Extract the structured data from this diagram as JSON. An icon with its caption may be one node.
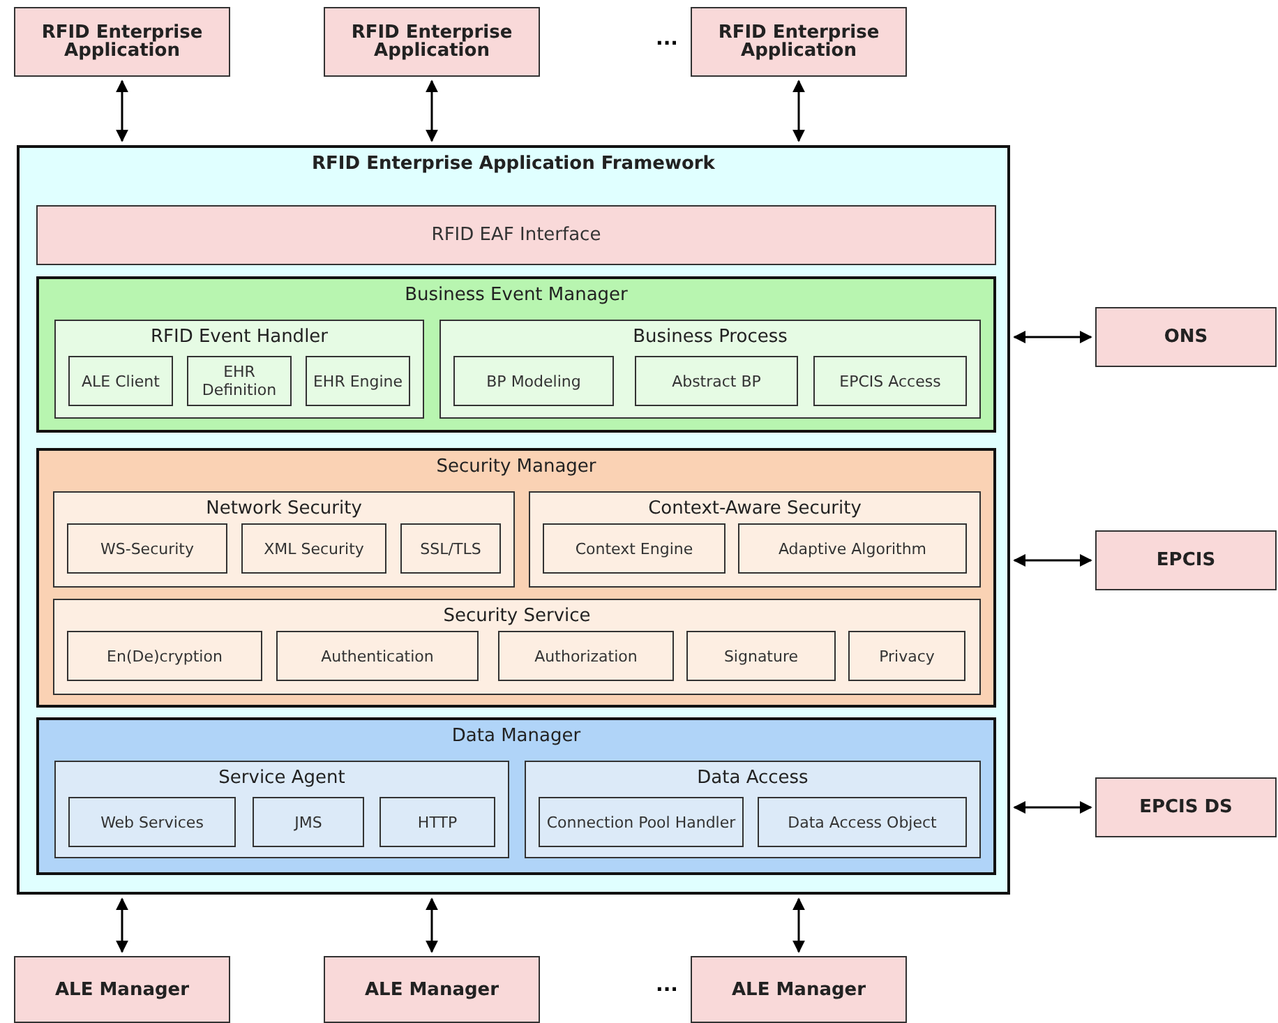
{
  "diagram": {
    "nodes": [
      {
        "text": [
          "RFID Enterprise Application"
        ]
      },
      {
        "text": [
          "RFID Enterprise Application"
        ]
      },
      {
        "text": [
          "RFID Enterprise Application"
        ]
      },
      {
        "text": [
          "RFID Enterprise Application Framework"
        ]
      },
      {
        "text": [
          "RFID EAF Interface"
        ],
        "in": 3
      },
      {
        "text": [
          "Business Event Manager"
        ],
        "in": 3
      },
      {
        "text": [
          "RFID Event Handler"
        ],
        "in": 5
      },
      {
        "text": [
          "ALE Client"
        ],
        "in": 6
      },
      {
        "text": [
          "EHR Definition"
        ],
        "in": 6
      },
      {
        "text": [
          "EHR Engine"
        ],
        "in": 6
      },
      {
        "text": [
          "Business Process"
        ],
        "in": 5
      },
      {
        "text": [
          "BP Modeling"
        ],
        "in": 10
      },
      {
        "text": [
          "Abstract BP"
        ],
        "in": 10
      },
      {
        "text": [
          "EPCIS Access"
        ],
        "in": 10
      },
      {
        "text": [
          "Security Manager"
        ],
        "in": 3
      },
      {
        "text": [
          "Network Security"
        ],
        "in": 14
      },
      {
        "text": [
          "WS-Security"
        ],
        "in": 15
      },
      {
        "text": [
          "XML Security"
        ],
        "in": 15
      },
      {
        "text": [
          "SSL/TLS"
        ],
        "in": 15
      },
      {
        "text": [
          "Context-Aware Security"
        ],
        "in": 14
      },
      {
        "text": [
          "Context Engine"
        ],
        "in": 19
      },
      {
        "text": [
          "Adaptive Algorithm"
        ],
        "in": 19
      },
      {
        "text": [
          "Security Service"
        ],
        "in": 14
      },
      {
        "text": [
          "En(De)cryption"
        ],
        "in": 22
      },
      {
        "text": [
          "Authentication"
        ],
        "in": 22
      },
      {
        "text": [
          "Authorization"
        ],
        "in": 22
      },
      {
        "text": [
          "Signature"
        ],
        "in": 22
      },
      {
        "text": [
          "Privacy"
        ],
        "in": 22
      },
      {
        "text": [
          "Data Manager"
        ],
        "in": 3
      },
      {
        "text": [
          "Service Agent"
        ],
        "in": 28
      },
      {
        "text": [
          "Web Services"
        ],
        "in": 29
      },
      {
        "text": [
          "JMS"
        ],
        "in": 29
      },
      {
        "text": [
          "HTTP"
        ],
        "in": 29
      },
      {
        "text": [
          "Data Access"
        ],
        "in": 28
      },
      {
        "text": [
          "Connection Pool Handler"
        ],
        "in": 33
      },
      {
        "text": [
          "Data Access Object"
        ],
        "in": 33
      },
      {
        "text": [
          "ONS"
        ]
      },
      {
        "text": [
          "EPCIS"
        ]
      },
      {
        "text": [
          "EPCIS DS"
        ]
      },
      {
        "text": [
          "ALE Manager"
        ]
      },
      {
        "text": [
          "ALE Manager"
        ]
      },
      {
        "text": [
          "ALE Manager"
        ]
      }
    ],
    "edges": [
      {
        "from": 0,
        "to": 3,
        "arrow": "both"
      },
      {
        "from": 1,
        "to": 3,
        "arrow": "both"
      },
      {
        "from": 2,
        "to": 3,
        "arrow": "both"
      },
      {
        "from": 3,
        "to": 36,
        "arrow": "both"
      },
      {
        "from": 3,
        "to": 37,
        "arrow": "both"
      },
      {
        "from": 3,
        "to": 38,
        "arrow": "both"
      },
      {
        "from": 3,
        "to": 39,
        "arrow": "both"
      },
      {
        "from": 3,
        "to": 40,
        "arrow": "both"
      },
      {
        "from": 3,
        "to": 41,
        "arrow": "both"
      }
    ],
    "labels": [
      "...",
      "..."
    ]
  }
}
